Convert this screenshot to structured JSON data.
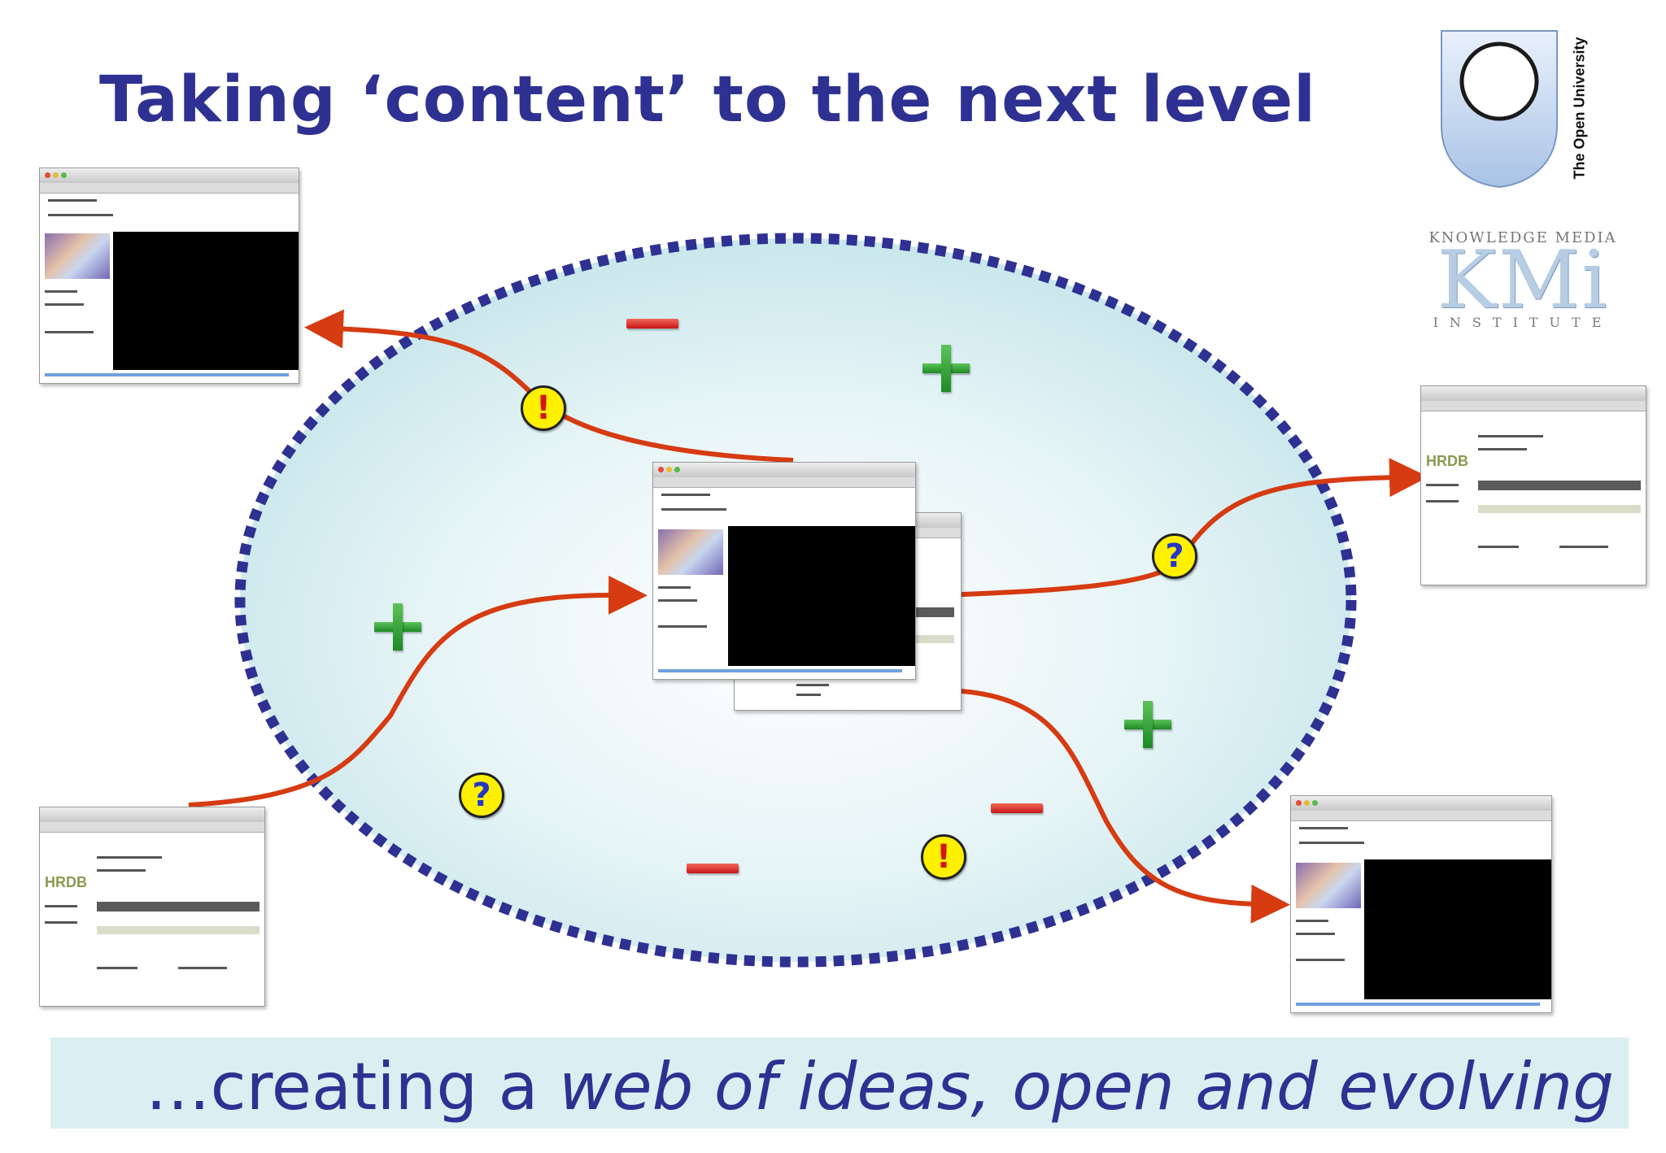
{
  "slide": {
    "title": "Taking ‘content’ to the next level",
    "tagline_lead": "…creating a ",
    "tagline_emph": "web of ideas, open and evolving"
  },
  "logos": {
    "open_university": "The Open University",
    "kmi_top": "KNOWLEDGE MEDIA",
    "kmi_mark": "KMi",
    "kmi_bottom": "INSTITUTE"
  },
  "colors": {
    "title": "#2e3192",
    "ellipse_dots": "#2e3192",
    "arrow": "#d63b12",
    "plus": "#2f9e33",
    "minus": "#d42a1e",
    "badge": "#fff000",
    "banner_bg": "#dbeff2"
  },
  "symbols": {
    "plus": "+",
    "minus": "−",
    "warning": "!",
    "question": "?"
  },
  "screenshot_labels": {
    "hrdb": "HRDB"
  }
}
